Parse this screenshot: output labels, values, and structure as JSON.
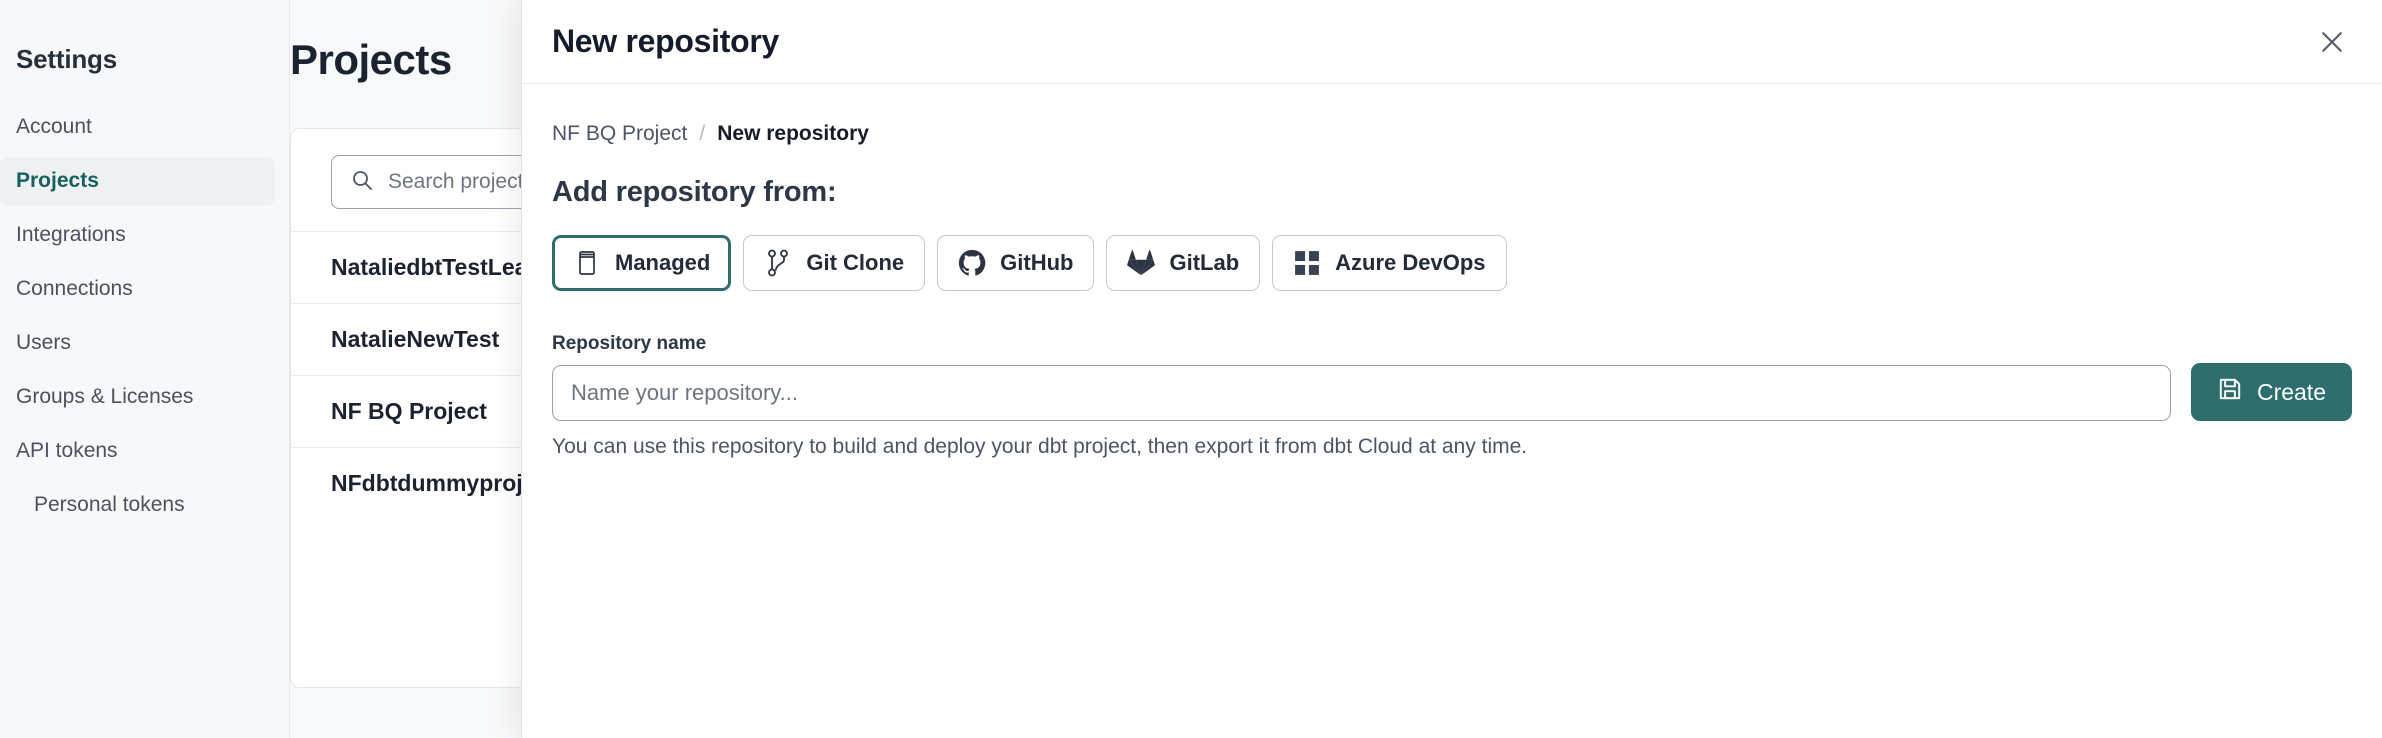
{
  "sidebar": {
    "title": "Settings",
    "items": [
      {
        "label": "Account",
        "active": false,
        "sub": false
      },
      {
        "label": "Projects",
        "active": true,
        "sub": false
      },
      {
        "label": "Integrations",
        "active": false,
        "sub": false
      },
      {
        "label": "Connections",
        "active": false,
        "sub": false
      },
      {
        "label": "Users",
        "active": false,
        "sub": false
      },
      {
        "label": "Groups & Licenses",
        "active": false,
        "sub": false
      },
      {
        "label": "API tokens",
        "active": false,
        "sub": false
      },
      {
        "label": "Personal tokens",
        "active": false,
        "sub": true
      }
    ]
  },
  "page": {
    "title": "Projects",
    "search": {
      "placeholder": "Search projects by name...",
      "value": "",
      "icon": "search-icon"
    },
    "projects": [
      {
        "name": "NataliedbtTestLearn Test"
      },
      {
        "name": "NatalieNewTest"
      },
      {
        "name": "NF BQ Project"
      },
      {
        "name": "NFdbtdummyproject"
      }
    ]
  },
  "modal": {
    "title": "New repository",
    "close_icon": "close-icon",
    "breadcrumb": {
      "parent": "NF BQ Project",
      "separator": "/",
      "current": "New repository"
    },
    "section_heading": "Add repository from:",
    "sources": [
      {
        "label": "Managed",
        "icon": "database-icon",
        "selected": true
      },
      {
        "label": "Git Clone",
        "icon": "git-branch-icon",
        "selected": false
      },
      {
        "label": "GitHub",
        "icon": "github-icon",
        "selected": false
      },
      {
        "label": "GitLab",
        "icon": "gitlab-icon",
        "selected": false
      },
      {
        "label": "Azure DevOps",
        "icon": "azure-devops-icon",
        "selected": false
      }
    ],
    "repository_name": {
      "label": "Repository name",
      "placeholder": "Name your repository...",
      "value": ""
    },
    "helper_text": "You can use this repository to build and deploy your dbt project, then export it from dbt Cloud at any time.",
    "create_button": {
      "label": "Create",
      "icon": "save-icon"
    }
  },
  "colors": {
    "accent": "#2d6e6d",
    "selected_border": "#2d6e6d",
    "text_primary": "#1b2230",
    "text_muted": "#4c5566",
    "page_bg": "#f8f9fa"
  }
}
